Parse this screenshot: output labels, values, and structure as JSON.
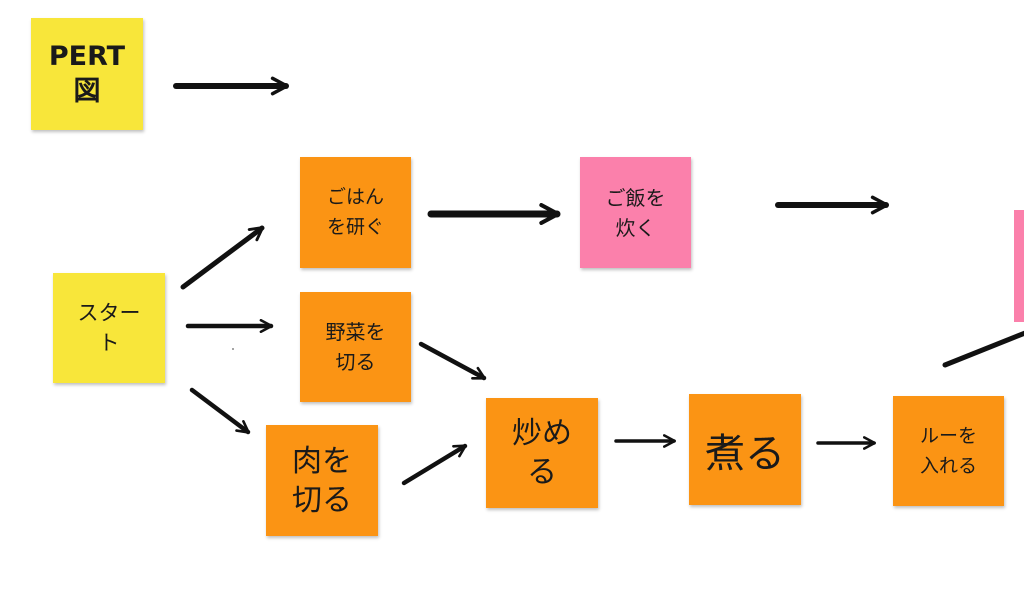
{
  "colors": {
    "yellow": "#f8e63a",
    "orange": "#fb9414",
    "pink": "#fb80ab",
    "arrow": "#111111"
  },
  "notes": {
    "title": "PERT\n図",
    "start": "スター\nト",
    "rice_wash": "ごはん\nを研ぐ",
    "cook_rice": "ご飯を\n炊く",
    "cut_veg": "野菜を\n切る",
    "cut_meat": "肉を\n切る",
    "stir_fry": "炒め\nる",
    "simmer": "煮る",
    "add_roux": "ルーを\n入れる"
  },
  "diagram": {
    "edges": [
      {
        "name": "legend-arrow"
      },
      {
        "name": "start-to-rice-wash"
      },
      {
        "name": "start-to-cut-veg"
      },
      {
        "name": "start-to-cut-meat"
      },
      {
        "name": "rice-wash-to-cook-rice"
      },
      {
        "name": "cook-rice-to-next"
      },
      {
        "name": "cut-veg-to-stir-fry"
      },
      {
        "name": "cut-meat-to-stir-fry"
      },
      {
        "name": "stir-fry-to-simmer"
      },
      {
        "name": "simmer-to-add-roux"
      },
      {
        "name": "add-roux-to-next"
      }
    ]
  }
}
